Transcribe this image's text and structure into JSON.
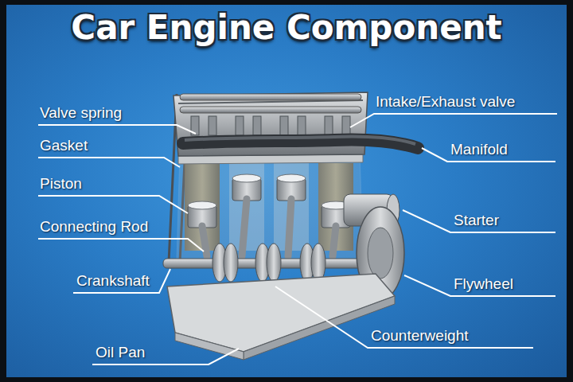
{
  "diagram": {
    "title": "Car Engine Component",
    "labels": [
      "Valve spring",
      "Gasket",
      "Piston",
      "Connecting Rod",
      "Crankshaft",
      "Oil Pan",
      "Intake/Exhaust valve",
      "Manifold",
      "Starter",
      "Flywheel",
      "Counterweight"
    ]
  }
}
